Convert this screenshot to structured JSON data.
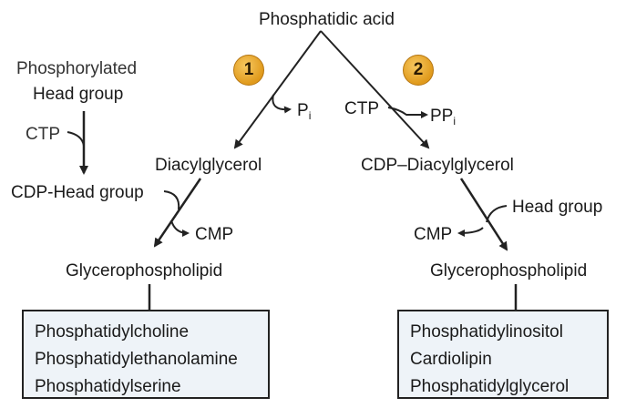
{
  "nodes": {
    "phosphatidic_acid": "Phosphatidic acid",
    "phosphorylated": "Phosphorylated",
    "head_group_top": "Head group",
    "ctp_left": "CTP",
    "cdp_head_group": "CDP-Head group",
    "diacylglycerol": "Diacylglycerol",
    "cdp_diacylglycerol": "CDP–Diacylglycerol",
    "cmp_left": "CMP",
    "cmp_right": "CMP",
    "head_group_right": "Head group",
    "glycero_left": "Glycerophospholipid",
    "glycero_right": "Glycerophospholipid",
    "ctp_right": "CTP",
    "pi_main": "P",
    "pi_sub": "i",
    "ppi_main": "PP",
    "ppi_sub": "i"
  },
  "badges": {
    "one": "1",
    "two": "2"
  },
  "boxes": {
    "left": [
      "Phosphatidylcholine",
      "Phosphatidylethanolamine",
      "Phosphatidylserine"
    ],
    "right": [
      "Phosphatidylinositol",
      "Cardiolipin",
      "Phosphatidylglycerol"
    ]
  },
  "colors": {
    "badge": "#e5a52a",
    "box": "#eef3f8",
    "line": "#222222"
  }
}
